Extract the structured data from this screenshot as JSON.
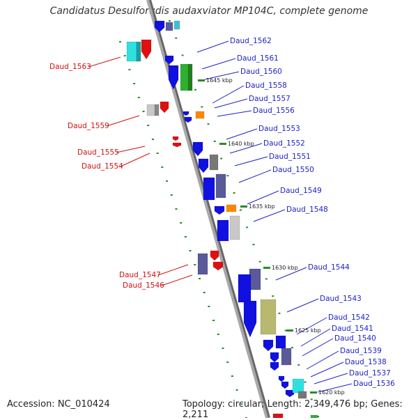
{
  "title": "Candidatus Desulforudis audaxviator MP104C, complete genome",
  "accession_text": "Accession: NC_010424",
  "topology_text": "Topology: circular; Length: 2,349,476 bp; Genes: 2,211",
  "colors": {
    "backbone": "#a8a8a8",
    "forward_label": "#2020c8",
    "reverse_label": "#d01010",
    "tick": "#2a8a2a"
  },
  "kbp_markers": [
    "1645 kbp",
    "1640 kbp",
    "1635 kbp",
    "1630 kbp",
    "1625 kbp",
    "1620 kbp"
  ],
  "forward_genes": [
    "Daud_1562",
    "Daud_1561",
    "Daud_1560",
    "Daud_1558",
    "Daud_1557",
    "Daud_1556",
    "Daud_1553",
    "Daud_1552",
    "Daud_1551",
    "Daud_1550",
    "Daud_1549",
    "Daud_1548",
    "Daud_1544",
    "Daud_1543",
    "Daud_1542",
    "Daud_1541",
    "Daud_1540",
    "Daud_1539",
    "Daud_1538",
    "Daud_1537",
    "Daud_1536"
  ],
  "reverse_genes": [
    "Daud_1563",
    "Daud_1559",
    "Daud_1555",
    "Daud_1554",
    "Daud_1547",
    "Daud_1546"
  ]
}
